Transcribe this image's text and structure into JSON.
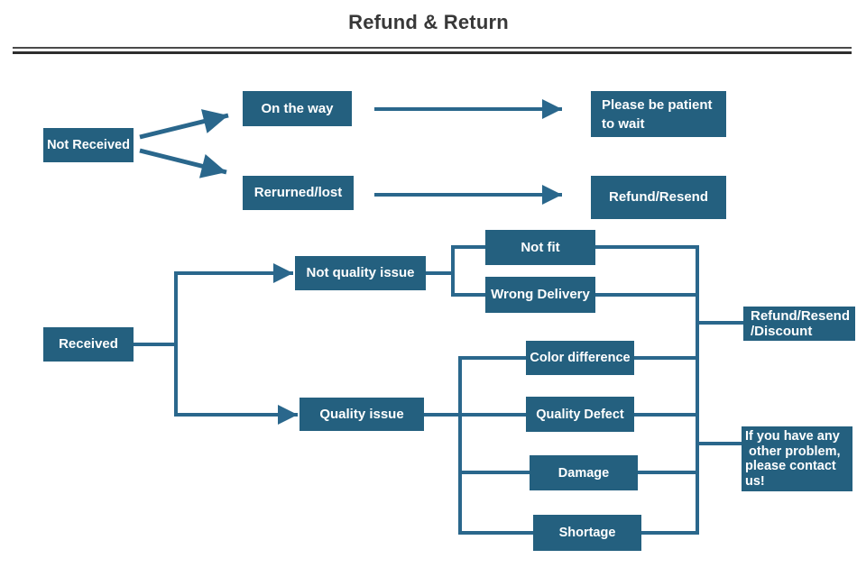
{
  "title": "Refund & Return",
  "colors": {
    "node_fill": "#24607F",
    "connector": "#2A678C",
    "node_text": "#FFFFFF",
    "title_text": "#383838",
    "rule_thin": "#4A4A4A",
    "rule_thick": "#2E2E2E",
    "background": "#FFFFFF"
  },
  "nodes": {
    "not_received": {
      "label": "Not Received"
    },
    "on_the_way": {
      "label": "On the way"
    },
    "returned_lost": {
      "label": "Rerurned/lost"
    },
    "please_be_patient": {
      "label": "Please be patient\nto wait"
    },
    "refund_resend": {
      "label": "Refund/Resend"
    },
    "received": {
      "label": "Received"
    },
    "not_quality_issue": {
      "label": "Not quality issue"
    },
    "quality_issue": {
      "label": "Quality issue"
    },
    "not_fit": {
      "label": "Not fit"
    },
    "wrong_delivery": {
      "label": "Wrong Delivery"
    },
    "color_difference": {
      "label": "Color difference"
    },
    "quality_defect": {
      "label": "Quality Defect"
    },
    "damage": {
      "label": "Damage"
    },
    "shortage": {
      "label": "Shortage"
    },
    "refund_resend_discount": {
      "label": "Refund/Resend\n/Discount"
    },
    "contact_us": {
      "label": "If you have any\n other problem,\nplease contact\nus!"
    }
  },
  "edges": [
    {
      "from": "not_received",
      "to": "on_the_way",
      "arrow": true
    },
    {
      "from": "not_received",
      "to": "returned_lost",
      "arrow": true
    },
    {
      "from": "on_the_way",
      "to": "please_be_patient",
      "arrow": true
    },
    {
      "from": "returned_lost",
      "to": "refund_resend",
      "arrow": true
    },
    {
      "from": "received",
      "to": "not_quality_issue",
      "arrow": true
    },
    {
      "from": "received",
      "to": "quality_issue",
      "arrow": true
    },
    {
      "from": "not_quality_issue",
      "to": "not_fit",
      "arrow": false
    },
    {
      "from": "not_quality_issue",
      "to": "wrong_delivery",
      "arrow": false
    },
    {
      "from": "quality_issue",
      "to": "color_difference",
      "arrow": false
    },
    {
      "from": "quality_issue",
      "to": "quality_defect",
      "arrow": false
    },
    {
      "from": "quality_issue",
      "to": "damage",
      "arrow": false
    },
    {
      "from": "quality_issue",
      "to": "shortage",
      "arrow": false
    },
    {
      "from": "not_fit",
      "to": "refund_resend_discount",
      "arrow": false
    },
    {
      "from": "wrong_delivery",
      "to": "refund_resend_discount",
      "arrow": false
    },
    {
      "from": "color_difference",
      "to": "contact_us",
      "arrow": false
    },
    {
      "from": "quality_defect",
      "to": "contact_us",
      "arrow": false
    },
    {
      "from": "damage",
      "to": "contact_us",
      "arrow": false
    },
    {
      "from": "shortage",
      "to": "contact_us",
      "arrow": false
    }
  ]
}
